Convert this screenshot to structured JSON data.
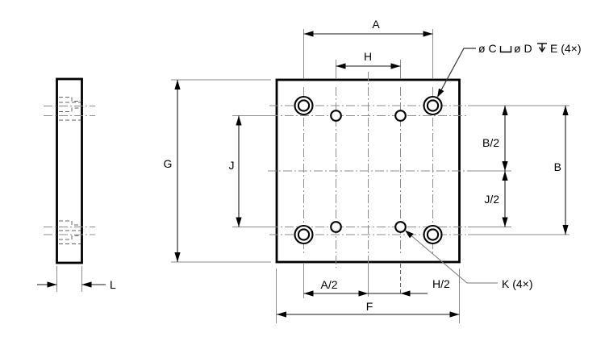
{
  "drawing": {
    "dim_labels": {
      "A": "A",
      "H": "H",
      "G": "G",
      "J": "J",
      "B_half": "B/2",
      "B": "B",
      "J_half": "J/2",
      "A_half": "A/2",
      "H_half": "H/2",
      "F": "F",
      "L": "L"
    },
    "callouts": {
      "counterbore_full": "ø C ⌴ ø D ↧ E (4×)",
      "counterbore_part1": "ø C",
      "counterbore_part2": "ø D",
      "counterbore_part3": "E (4×)",
      "k": "K (4×)"
    },
    "colors": {
      "line": "#000000",
      "thin_line": "#8c8c8c",
      "background": "#ffffff"
    }
  }
}
